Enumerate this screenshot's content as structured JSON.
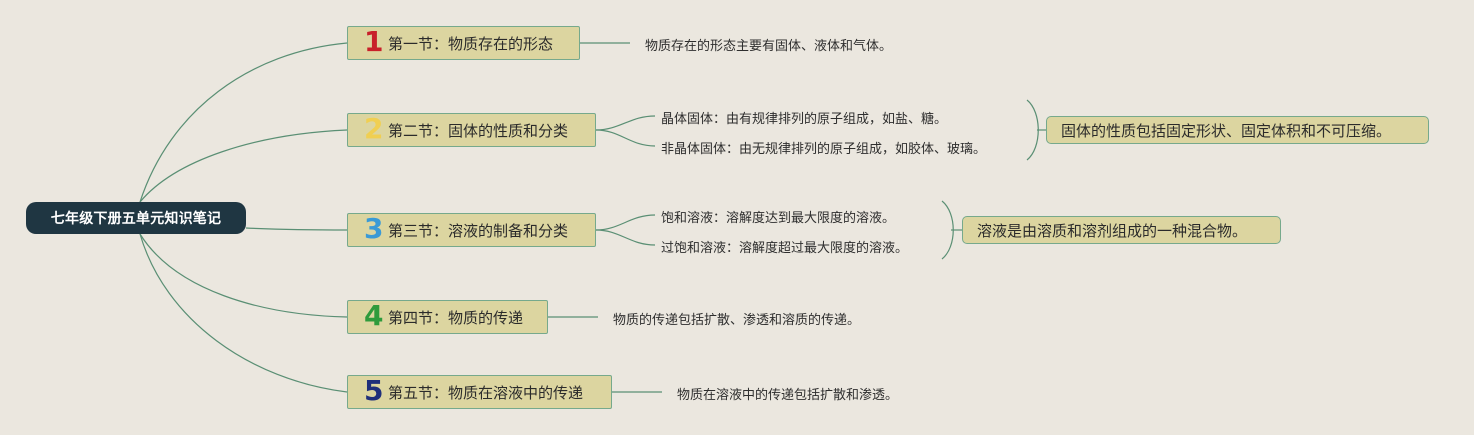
{
  "root": {
    "title": "七年级下册五单元知识笔记"
  },
  "sections": [
    {
      "number": "1",
      "number_color": "#c8202a",
      "label": "第一节：物质存在的形态",
      "details": [
        "物质存在的形态主要有固体、液体和气体。"
      ]
    },
    {
      "number": "2",
      "number_color": "#f0cf52",
      "label": "第二节：固体的性质和分类",
      "details": [
        "晶体固体：由有规律排列的原子组成，如盐、糖。",
        "非晶体固体：由无规律排列的原子组成，如胶体、玻璃。"
      ],
      "summary": "固体的性质包括固定形状、固定体积和不可压缩。"
    },
    {
      "number": "3",
      "number_color": "#3a9ad6",
      "label": "第三节：溶液的制备和分类",
      "details": [
        "饱和溶液：溶解度达到最大限度的溶液。",
        "过饱和溶液：溶解度超过最大限度的溶液。"
      ],
      "summary": "溶液是由溶质和溶剂组成的一种混合物。"
    },
    {
      "number": "4",
      "number_color": "#2f9b3c",
      "label": "第四节：物质的传递",
      "details": [
        "物质的传递包括扩散、渗透和溶质的传递。"
      ]
    },
    {
      "number": "5",
      "number_color": "#1f2f7a",
      "label": "第五节：物质在溶液中的传递",
      "details": [
        "物质在溶液中的传递包括扩散和渗透。"
      ]
    }
  ],
  "colors": {
    "background": "#ebe7df",
    "root_fill": "#1f3642",
    "node_fill": "#dcd5a0",
    "node_border": "#76a98c",
    "connector": "#5a8f74"
  }
}
